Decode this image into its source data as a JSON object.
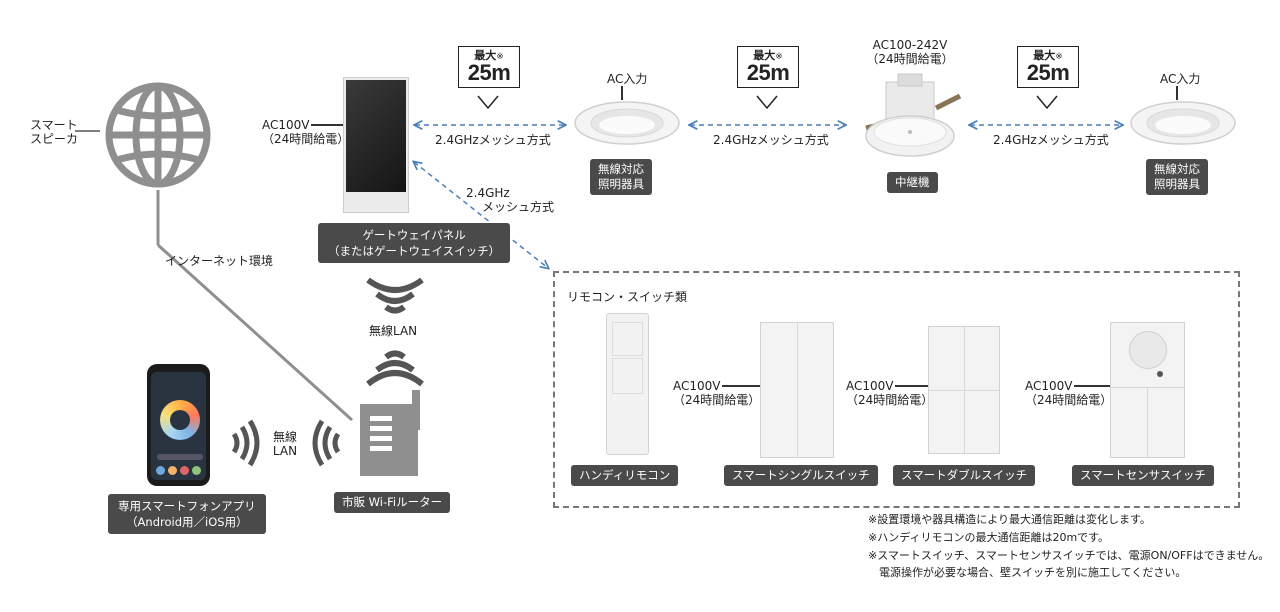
{
  "speaker": {
    "label_line1": "スマート",
    "label_line2": "スピーカ"
  },
  "internet": {
    "label": "インターネット環境"
  },
  "gateway": {
    "power_line1": "AC100V",
    "power_line2": "（24時間給電）",
    "name_line1": "ゲートウェイパネル",
    "name_line2": "（またはゲートウェイスイッチ）"
  },
  "distances": [
    {
      "top": "最大",
      "mark": "※",
      "value": "25m"
    },
    {
      "top": "最大",
      "mark": "※",
      "value": "25m"
    },
    {
      "top": "最大",
      "mark": "※",
      "value": "25m"
    }
  ],
  "mesh": {
    "link1": "2.4GHzメッシュ方式",
    "link2": "2.4GHzメッシュ方式",
    "link3": "2.4GHzメッシュ方式",
    "diag_line1": "2.4GHz",
    "diag_line2": "メッシュ方式"
  },
  "light1": {
    "input": "AC入力",
    "name_line1": "無線対応",
    "name_line2": "照明器具"
  },
  "repeater": {
    "power_line1": "AC100-242V",
    "power_line2": "（24時間給電）",
    "name": "中継機"
  },
  "light2": {
    "input": "AC入力",
    "name_line1": "無線対応",
    "name_line2": "照明器具"
  },
  "wlan_gateway": {
    "label": "無線LAN"
  },
  "router": {
    "name": "市販 Wi-Fiルーター"
  },
  "phone": {
    "wlan_line1": "無線",
    "wlan_line2": "LAN",
    "name_line1": "専用スマートフォンアプリ",
    "name_line2": "（Android用／iOS用）"
  },
  "remotes": {
    "group_title": "リモコン・スイッチ類",
    "power_line1": "AC100V",
    "power_line2": "（24時間給電）",
    "items": [
      {
        "name": "ハンディリモコン"
      },
      {
        "name": "スマートシングルスイッチ"
      },
      {
        "name": "スマートダブルスイッチ"
      },
      {
        "name": "スマートセンサスイッチ"
      }
    ]
  },
  "notes": [
    "※設置環境や器具構造により最大通信距離は変化します。",
    "※ハンディリモコンの最大通信距離は20mです。",
    "※スマートスイッチ、スマートセンサスイッチでは、電源ON/OFFはできません。",
    "　電源操作が必要な場合、壁スイッチを別に施工してください。"
  ],
  "colors": {
    "dashed_link": "#4a7fb8",
    "label_bg": "#4a4a4a",
    "icon_gray": "#8f8f8f"
  }
}
